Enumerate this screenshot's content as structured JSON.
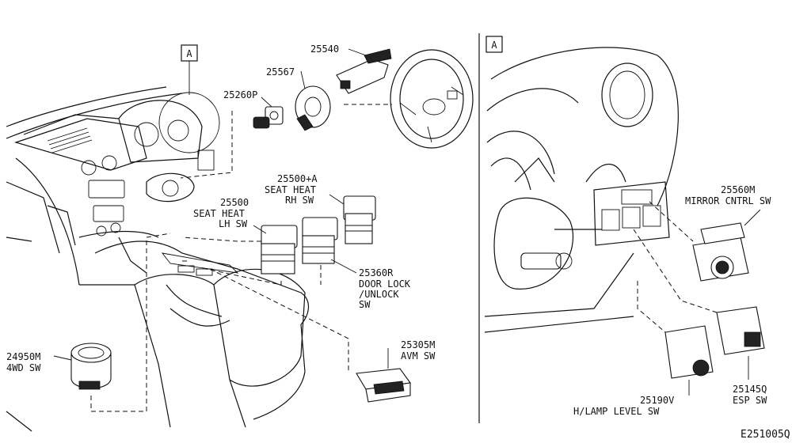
{
  "diagram_id": "E251005Q",
  "view_marker": "A",
  "labels": {
    "p25540": "25540",
    "p25567": "25567",
    "p25260p": "25260P",
    "p25500a_num": "25500+A",
    "p25500a_l1": "SEAT HEAT",
    "p25500a_l2": "RH SW",
    "p25500_num": "25500",
    "p25500_l1": "SEAT HEAT",
    "p25500_l2": "LH SW",
    "p25360r_num": "25360R",
    "p25360r_l1": "DOOR LOCK",
    "p25360r_l2": "/UNLOCK",
    "p25360r_l3": "SW",
    "p24950m_num": "24950M",
    "p24950m_l1": "4WD SW",
    "p25305m_num": "25305M",
    "p25305m_l1": "AVM SW",
    "p25560m_num": "25560M",
    "p25560m_l1": "MIRROR CNTRL SW",
    "p25145q_num": "25145Q",
    "p25145q_l1": "ESP SW",
    "p25190v_num": "25190V",
    "p25190v_l1": "H/LAMP LEVEL SW"
  }
}
